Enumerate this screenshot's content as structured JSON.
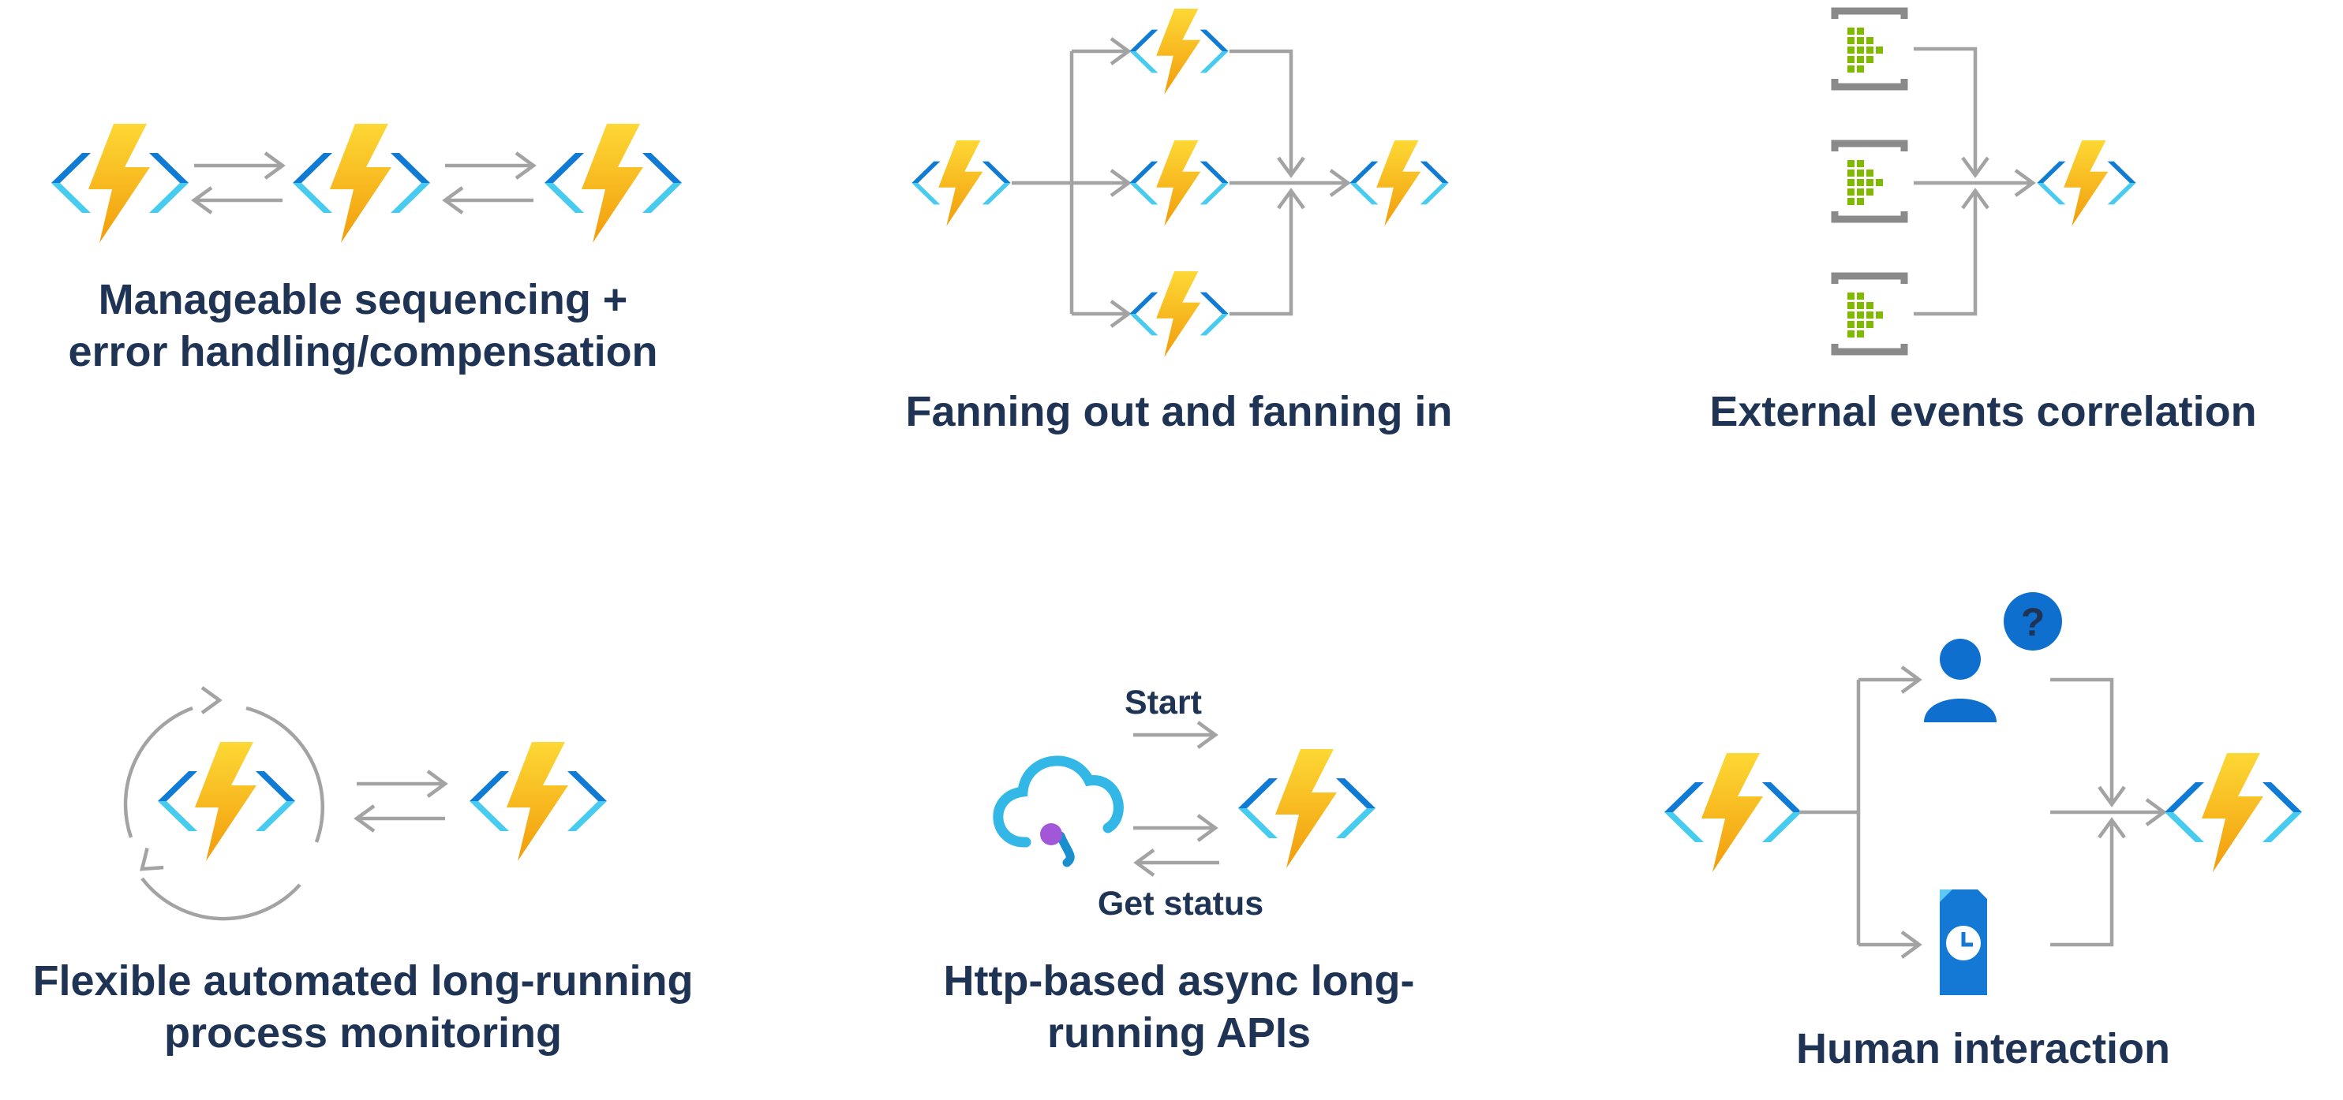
{
  "panels": [
    {
      "id": "sequencing",
      "caption_line1": "Manageable sequencing +",
      "caption_line2": "error handling/compensation"
    },
    {
      "id": "fan",
      "caption": "Fanning out and fanning in"
    },
    {
      "id": "events",
      "caption": "External events correlation"
    },
    {
      "id": "monitor",
      "caption_line1": "Flexible automated long-running",
      "caption_line2": "process monitoring"
    },
    {
      "id": "http",
      "caption_line1": "Http-based async long-",
      "caption_line2": "running APIs",
      "start_label": "Start",
      "status_label": "Get status"
    },
    {
      "id": "human",
      "caption": "Human interaction",
      "question_mark": "?"
    }
  ],
  "colors": {
    "text": "#1f3455",
    "arrow": "#a3a3a3",
    "bracket_dark": "#0f7bd4",
    "bracket_light": "#47cbee",
    "bolt_top": "#fdd835",
    "bolt_bottom": "#f29c0b",
    "queue_frame": "#8a8a8a",
    "queue_cells": "#7fba00",
    "user_blue": "#0f6fcf",
    "cloud": "#33b7e6",
    "dot": "#a257d8"
  },
  "icons": [
    "azure-function-icon",
    "event-queue-icon",
    "user-icon",
    "question-icon",
    "document-clock-icon",
    "cloud-api-icon",
    "cycle-arrows-icon"
  ]
}
